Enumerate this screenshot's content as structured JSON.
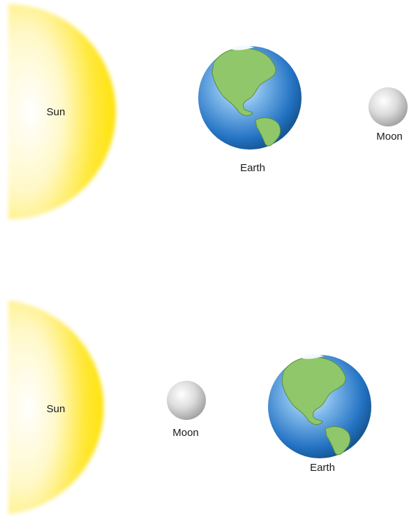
{
  "panels": [
    {
      "sun_label": "Sun",
      "earth_label": "Earth",
      "moon_label": "Moon"
    },
    {
      "sun_label": "Sun",
      "moon_label": "Moon",
      "earth_label": "Earth"
    }
  ],
  "colors": {
    "sun_core": "#ffffff",
    "sun_edge": "#ffe100",
    "earth_ocean": "#1f6fc0",
    "earth_land": "#8fc76a",
    "moon": "#c9c9c9"
  }
}
